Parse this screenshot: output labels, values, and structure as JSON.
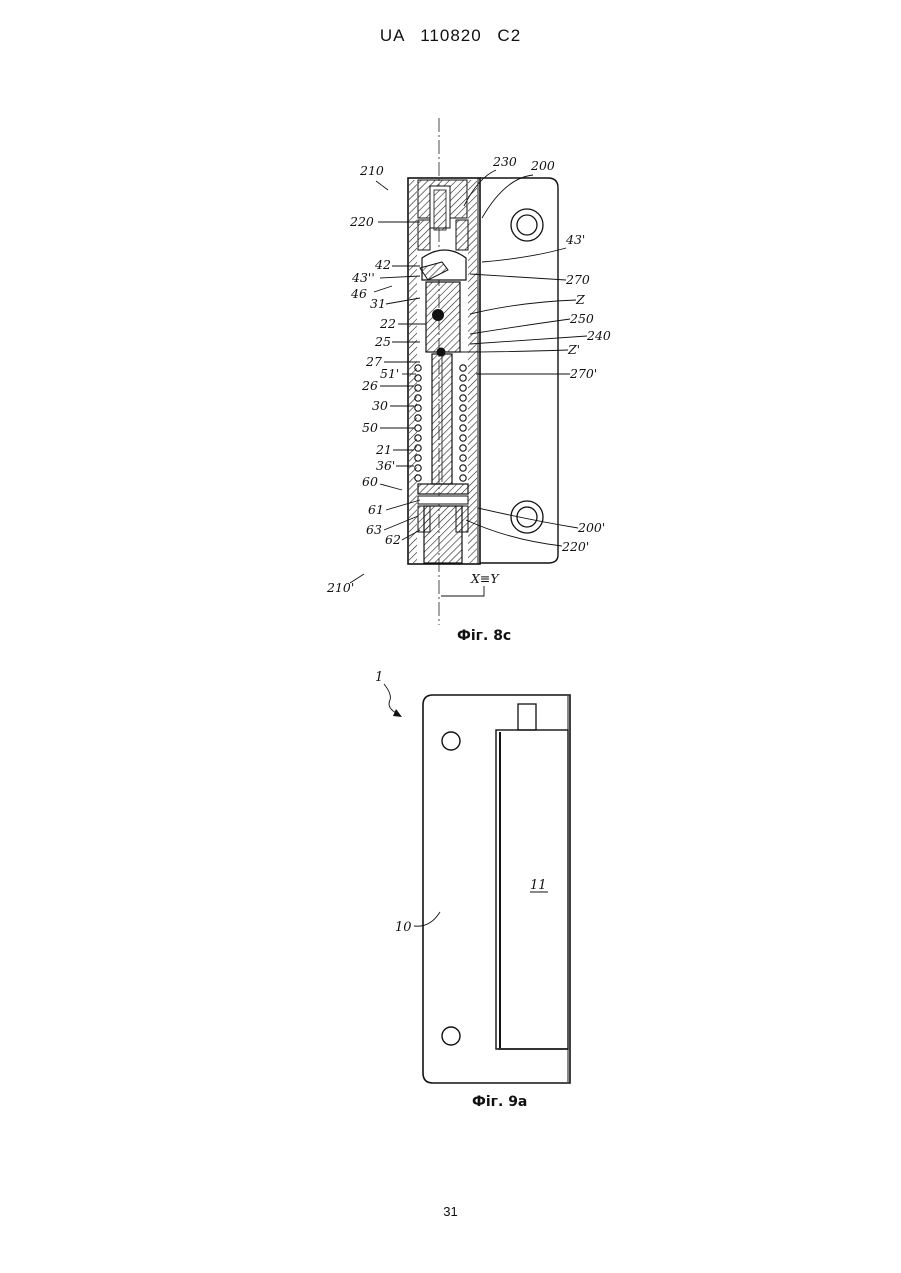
{
  "header": {
    "text": "UA   110820   C2"
  },
  "page_number": "31",
  "figure_8c": {
    "caption": "Фiг. 8с",
    "labels": [
      "210",
      "230",
      "200",
      "220",
      "43'",
      "42",
      "43''",
      "270",
      "46",
      "31",
      "Z",
      "22",
      "250",
      "240",
      "25",
      "Z'",
      "27",
      "51'",
      "270'",
      "26",
      "30",
      "50",
      "21",
      "36'",
      "60",
      "61",
      "200'",
      "63",
      "220'",
      "62",
      "210'",
      "X≡Y"
    ]
  },
  "figure_9a": {
    "caption": "Фiг. 9а",
    "labels": [
      "1",
      "10",
      "11"
    ]
  }
}
